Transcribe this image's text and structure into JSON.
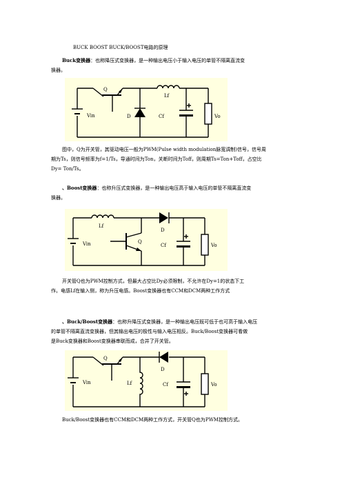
{
  "title": "BUCK BOOST BUCK/BOOST电路的原理",
  "buck": {
    "heading": "Buck变换器",
    "intro_1": "：也称降压式变换器，是一种输出电压小于输入电压的单管不隔离直流变",
    "intro_2": "换器。",
    "labels": {
      "q": "Q",
      "lf": "Lf",
      "d": "D",
      "cf": "Cf",
      "vin": "Vin",
      "vo": "Vo"
    },
    "desc_1": "图中，Q为开关管，其驱动电压一般为PWM(Pulse width modulation脉宽调制)信号，信号周",
    "desc_2": "期为Ts，则信号频率为f=1/Ts，导通时间为Ton，关断时间为Toff，则周期Ts=Ton+Toff，占空比",
    "desc_3": "Dy= Ton/Ts。"
  },
  "boost": {
    "prefix": "、Boost变换器",
    "intro_1": "：也称升压式变换器，是一种输出电压高于输入电压的单管不隔离直流变",
    "intro_2": "换器。",
    "labels": {
      "lf": "Lf",
      "d": "D",
      "q": "Q",
      "cf": "Cf",
      "vin": "Vin",
      "vo": "Vo"
    },
    "desc_1": "开关管Q也为PWM控制方式，但最大占空比Dy必须限制，不允许在Dy=1的状态下工",
    "desc_2": "作。电感Lf在输入侧，称为升压电感。Boost变换器也有CCM和DCM两种工作方式"
  },
  "buckboost": {
    "prefix": "、Buck/Boost变换器",
    "intro_1": "：也称升降压式变换器，是一种输出电压既可低于也可高于输入电压",
    "intro_2": "的单管不隔离直流变换器，但其输出电压的极性与输入电压相反。Buck/Boost变换器可看做",
    "intro_3": "是Buck变换器和Boost变换器串联而成，合并了开关管。",
    "labels": {
      "q": "Q",
      "d": "D",
      "lf": "Lf",
      "cf": "Cf",
      "vin": "Vin",
      "vo": "Vo"
    },
    "desc_1": "Buck/Boost变换器也有CCM和DCM两种工作方式，开关管Q也为PWM控制方式。"
  }
}
